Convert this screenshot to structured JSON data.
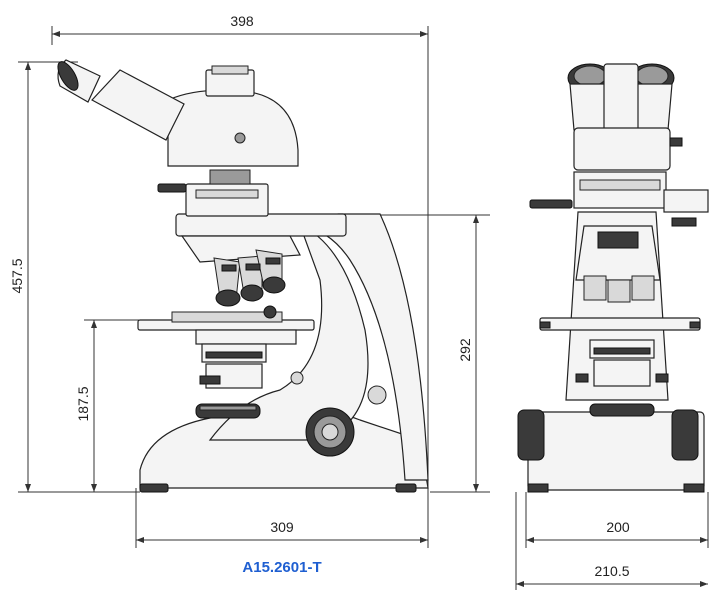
{
  "dimensions": {
    "total_width": "398",
    "total_height": "457.5",
    "arm_height": "292",
    "stage_height": "187.5",
    "base_length": "309",
    "front_width": "200",
    "front_total_width": "210.5"
  },
  "model_label": "A15.2601-T",
  "colors": {
    "model": "#1f5fd1",
    "line": "#333333"
  }
}
